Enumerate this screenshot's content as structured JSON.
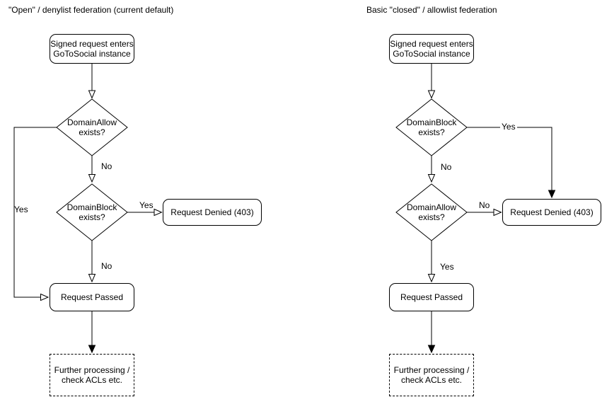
{
  "colors": {
    "stroke": "#000000",
    "background": "#ffffff",
    "text": "#000000"
  },
  "left": {
    "title": "\"Open\" / denylist federation (current default)",
    "nodes": {
      "start": "Signed request enters\nGoToSocial instance",
      "decision1": "DomainAllow\nexists?",
      "decision2": "DomainBlock\nexists?",
      "denied": "Request Denied (403)",
      "passed": "Request Passed",
      "further": "Further processing /\ncheck ACLs etc."
    },
    "labels": {
      "decision1_no": "No",
      "decision1_yes": "Yes",
      "decision2_yes": "Yes",
      "decision2_no": "No"
    }
  },
  "right": {
    "title": "Basic \"closed\" / allowlist federation",
    "nodes": {
      "start": "Signed request enters\nGoToSocial instance",
      "decision1": "DomainBlock\nexists?",
      "decision2": "DomainAllow\nexists?",
      "denied": "Request Denied (403)",
      "passed": "Request Passed",
      "further": "Further processing /\ncheck ACLs etc."
    },
    "labels": {
      "decision1_no": "No",
      "decision1_yes": "Yes",
      "decision2_no": "No",
      "decision2_yes": "Yes"
    }
  }
}
